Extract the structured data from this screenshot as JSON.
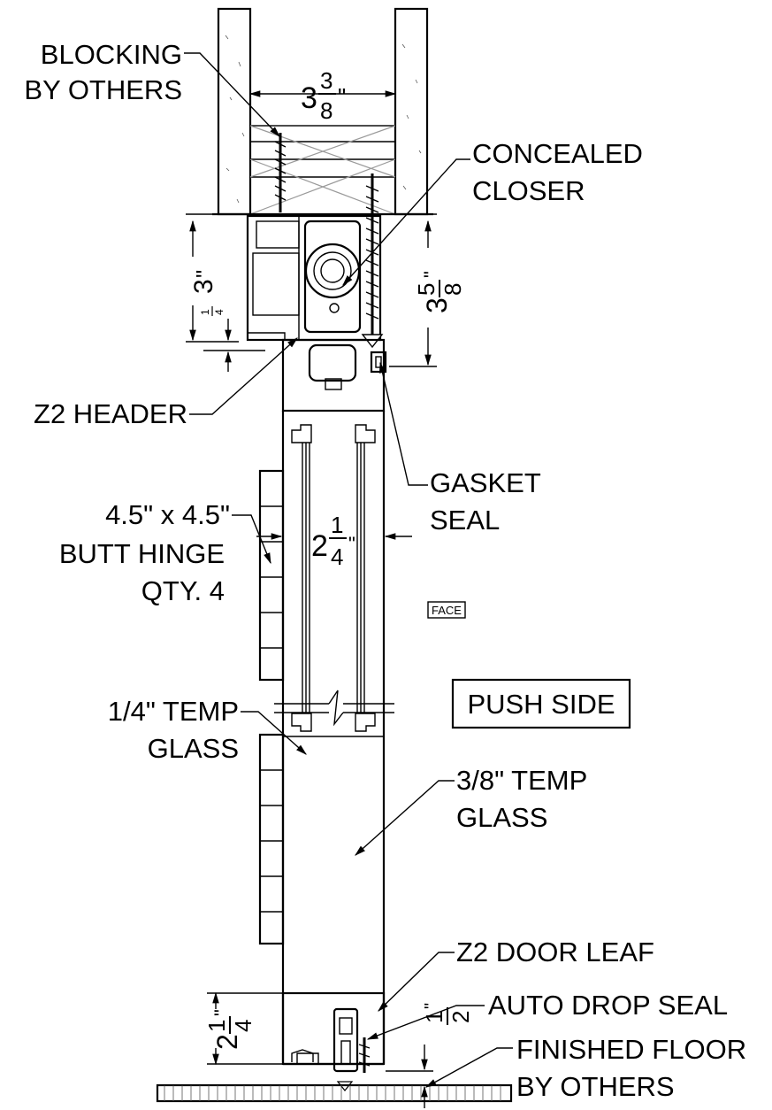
{
  "labels": {
    "blocking": [
      "BLOCKING",
      "BY OTHERS"
    ],
    "concealed_closer": [
      "CONCEALED",
      "CLOSER"
    ],
    "z2_header": "Z2 HEADER",
    "gasket_seal": [
      "GASKET",
      "SEAL"
    ],
    "butt_hinge": [
      "4.5\" x 4.5\"",
      "BUTT HINGE",
      "QTY. 4"
    ],
    "face_tag": "FACE",
    "push_side": "PUSH SIDE",
    "quarter_glass": [
      "1/4\" TEMP",
      "GLASS"
    ],
    "three_eighth_glass": [
      "3/8\" TEMP",
      "GLASS"
    ],
    "z2_door_leaf": "Z2 DOOR LEAF",
    "auto_drop_seal": "AUTO DROP SEAL",
    "finished_floor": [
      "FINISHED FLOOR",
      "BY OTHERS"
    ]
  },
  "dimensions": {
    "blocking_width": {
      "whole": "3",
      "num": "3",
      "den": "8",
      "unit": "\""
    },
    "header_height": {
      "whole": "3",
      "unit": "\""
    },
    "header_gap": {
      "num": "1",
      "den": "4",
      "unit": "\""
    },
    "header_overall": {
      "whole": "3",
      "num": "5",
      "den": "8",
      "unit": "\""
    },
    "door_thickness": {
      "whole": "2",
      "num": "1",
      "den": "4",
      "unit": "\""
    },
    "bottom_rail": {
      "whole": "2",
      "num": "1",
      "den": "4",
      "unit": "\""
    },
    "floor_gap": {
      "num": "1",
      "den": "2",
      "unit": "\""
    }
  }
}
